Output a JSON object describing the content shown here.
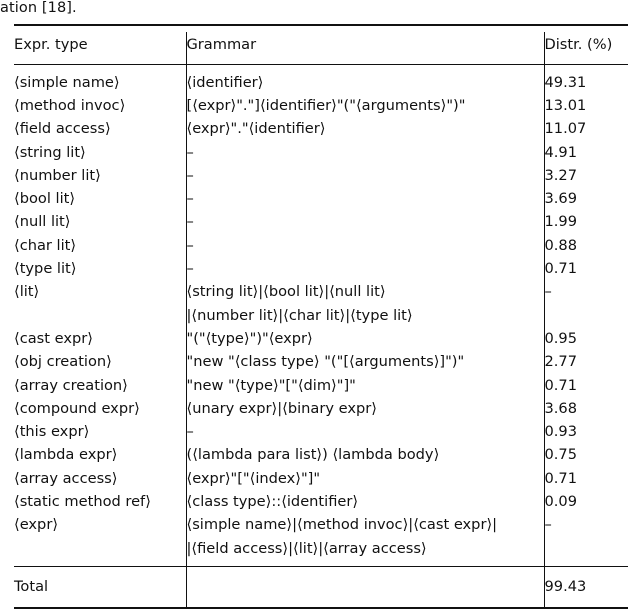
{
  "document": {
    "top_fragment": "ation [18].",
    "table": {
      "headers": [
        "Expr. type",
        "Grammar",
        "Distr. (%)"
      ],
      "rows": [
        {
          "type": "⟨simple name⟩",
          "grammar": "⟨identifier⟩",
          "grammar2": "",
          "dist": "49.31"
        },
        {
          "type": "⟨method invoc⟩",
          "grammar": "[⟨expr⟩\".\"]⟨identifier⟩\"(\"⟨arguments⟩\")\"",
          "grammar2": "",
          "dist": "13.01"
        },
        {
          "type": "⟨field access⟩",
          "grammar": "⟨expr⟩\".\"⟨identifier⟩",
          "grammar2": "",
          "dist": "11.07"
        },
        {
          "type": "⟨string lit⟩",
          "grammar": "–",
          "grammar2": "",
          "dist": "4.91"
        },
        {
          "type": "⟨number lit⟩",
          "grammar": "–",
          "grammar2": "",
          "dist": "3.27"
        },
        {
          "type": "⟨bool lit⟩",
          "grammar": "–",
          "grammar2": "",
          "dist": "3.69"
        },
        {
          "type": "⟨null lit⟩",
          "grammar": "–",
          "grammar2": "",
          "dist": "1.99"
        },
        {
          "type": "⟨char lit⟩",
          "grammar": "–",
          "grammar2": "",
          "dist": "0.88"
        },
        {
          "type": "⟨type lit⟩",
          "grammar": "–",
          "grammar2": "",
          "dist": "0.71"
        },
        {
          "type": "⟨lit⟩",
          "grammar": "⟨string lit⟩|⟨bool lit⟩|⟨null lit⟩",
          "grammar2": "|⟨number lit⟩|⟨char lit⟩|⟨type lit⟩",
          "dist": "–"
        },
        {
          "type": "⟨cast expr⟩",
          "grammar": "\"(\"⟨type⟩\")\"⟨expr⟩",
          "grammar2": "",
          "dist": "0.95"
        },
        {
          "type": "⟨obj creation⟩",
          "grammar": "\"new \"⟨class type⟩ \"(\"[⟨arguments⟩]\")\"",
          "grammar2": "",
          "dist": "2.77"
        },
        {
          "type": "⟨array creation⟩",
          "grammar": "\"new \"⟨type⟩\"[\"⟨dim⟩\"]\"",
          "grammar2": "",
          "dist": "0.71"
        },
        {
          "type": "⟨compound expr⟩",
          "grammar": "⟨unary expr⟩|⟨binary expr⟩",
          "grammar2": "",
          "dist": "3.68"
        },
        {
          "type": "⟨this expr⟩",
          "grammar": "–",
          "grammar2": "",
          "dist": "0.93"
        },
        {
          "type": "⟨lambda expr⟩",
          "grammar": "(⟨lambda para list⟩) ⟨lambda body⟩",
          "grammar2": "",
          "dist": "0.75"
        },
        {
          "type": "⟨array access⟩",
          "grammar": "⟨expr⟩\"[\"⟨index⟩\"]\"",
          "grammar2": "",
          "dist": "0.71"
        },
        {
          "type": "⟨static method ref⟩",
          "grammar": "⟨class type⟩::⟨identifier⟩",
          "grammar2": "",
          "dist": "0.09"
        },
        {
          "type": "⟨expr⟩",
          "grammar": "⟨simple name⟩|⟨method invoc⟩|⟨cast expr⟩|",
          "grammar2": "|⟨field access⟩|⟨lit⟩|⟨array access⟩",
          "dist": "–"
        }
      ],
      "total": {
        "label": "Total",
        "grammar": "",
        "dist": "99.43"
      }
    }
  }
}
